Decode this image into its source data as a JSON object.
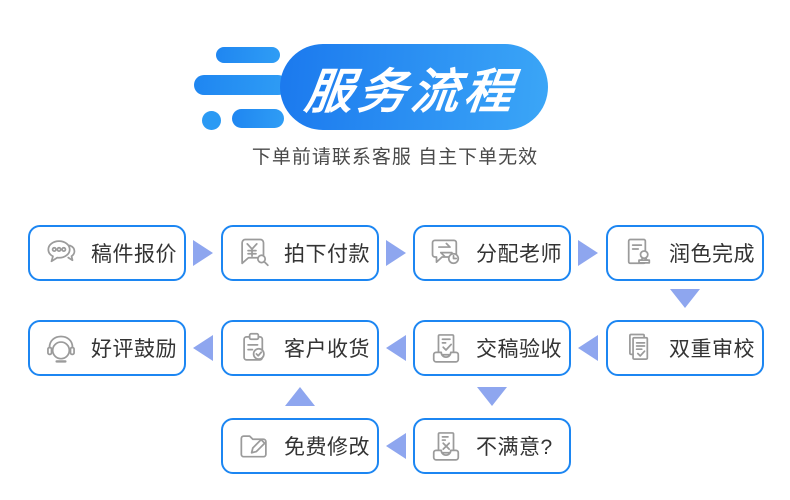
{
  "banner": {
    "title": "服务流程",
    "subtitle": "下单前请联系客服  自主下单无效"
  },
  "flow": {
    "steps": [
      {
        "label": "稿件报价",
        "icon": "chat-bubbles-icon"
      },
      {
        "label": "拍下付款",
        "icon": "pay-search-icon"
      },
      {
        "label": "分配老师",
        "icon": "assign-clock-icon"
      },
      {
        "label": "润色完成",
        "icon": "document-stamp-icon"
      },
      {
        "label": "双重审校",
        "icon": "double-docs-check-icon"
      },
      {
        "label": "交稿验收",
        "icon": "submit-tray-check-icon"
      },
      {
        "label": "客户收货",
        "icon": "clipboard-check-icon"
      },
      {
        "label": "好评鼓励",
        "icon": "headset-icon"
      },
      {
        "label": "不满意?",
        "icon": "reject-tray-icon"
      },
      {
        "label": "免费修改",
        "icon": "folder-pencil-icon"
      }
    ]
  },
  "colors": {
    "accent": "#1c86f2",
    "arrow": "#8ea6ef",
    "bannerA": "#1b79ee",
    "bannerB": "#3ba6f7",
    "icon": "#9b9b9b",
    "text": "#333333",
    "subtitle": "#4a4a4a"
  }
}
